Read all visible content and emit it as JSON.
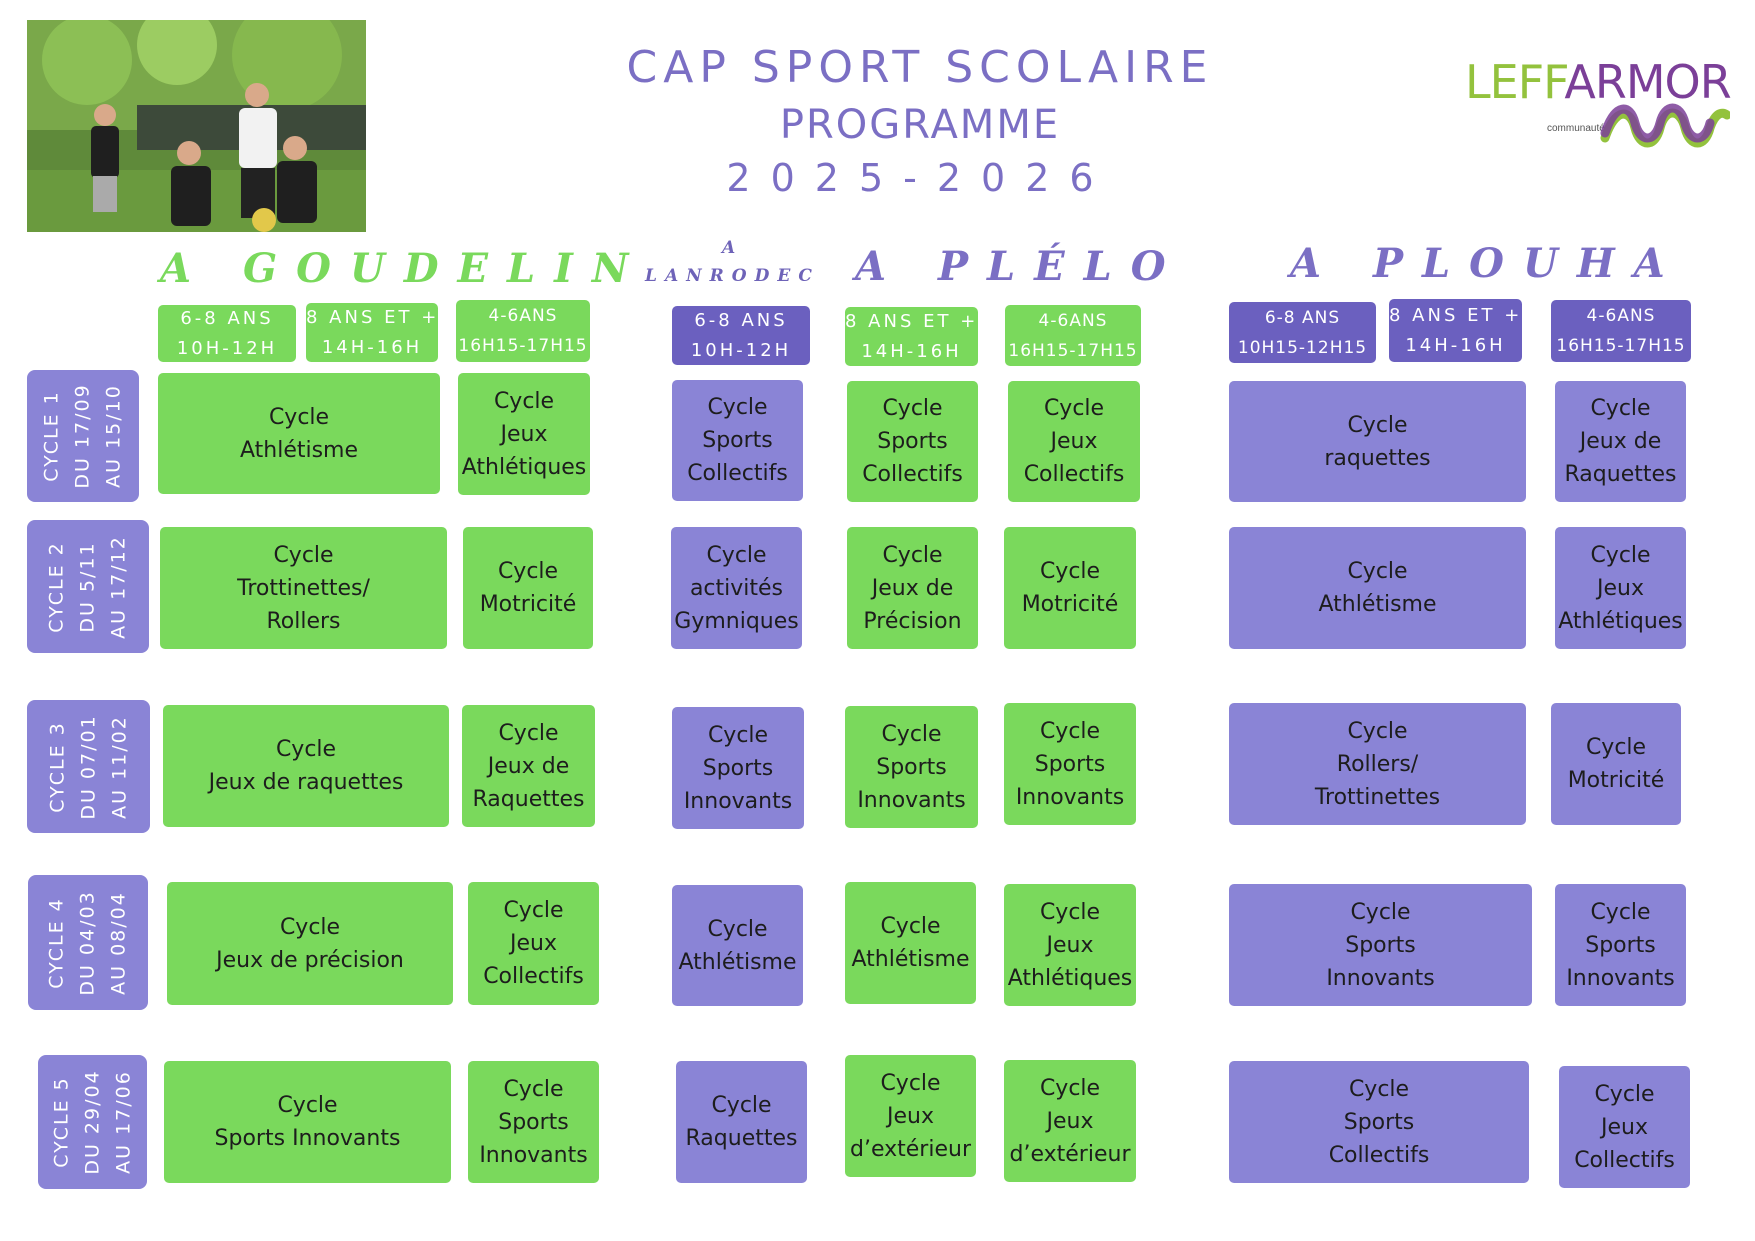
{
  "title": {
    "line1": "CAP SPORT SCOLAIRE",
    "line2": "PROGRAMME",
    "line3": "2025-2026"
  },
  "logo": {
    "part1": "LEFF",
    "part2": "ARMOR",
    "sub": "communauté"
  },
  "sites": {
    "goudelin": "A GOUDELIN",
    "lanrodec_1": "A",
    "lanrodec_2": "LANRODEC",
    "plelo": "A PLÉLO",
    "plouha": "A PLOUHA"
  },
  "headers": {
    "goudelin": [
      [
        "6-8 ANS",
        "10H-12H"
      ],
      [
        "8 ANS ET +",
        "14H-16H"
      ],
      [
        "4-6ANS",
        "16H15-17H15"
      ]
    ],
    "lanrodec": [
      [
        "6-8 ANS",
        "10H-12H"
      ]
    ],
    "plelo": [
      [
        "8 ANS ET +",
        "14H-16H"
      ],
      [
        "4-6ANS",
        "16H15-17H15"
      ]
    ],
    "plouha": [
      [
        "6-8 ANS",
        "10H15-12H15"
      ],
      [
        "8 ANS ET +",
        "14H-16H"
      ],
      [
        "4-6ANS",
        "16H15-17H15"
      ]
    ]
  },
  "cycles": [
    [
      "CYCLE 1",
      "DU 17/09",
      "AU 15/10"
    ],
    [
      "CYCLE 2",
      "DU 5/11",
      "AU 17/12"
    ],
    [
      "CYCLE 3",
      "DU 07/01",
      "AU 11/02"
    ],
    [
      "CYCLE 4",
      "DU 04/03",
      "AU 08/04"
    ],
    [
      "CYCLE 5",
      "DU 29/04",
      "AU 17/06"
    ]
  ],
  "activities": {
    "r0": [
      [
        "Cycle",
        "Athlétisme"
      ],
      [
        "Cycle",
        "Jeux",
        "Athlétiques"
      ],
      [
        "Cycle",
        "Sports",
        "Collectifs"
      ],
      [
        "Cycle",
        "Sports",
        "Collectifs"
      ],
      [
        "Cycle",
        "Jeux",
        "Collectifs"
      ],
      [
        "Cycle",
        "raquettes"
      ],
      [
        "Cycle",
        "Jeux de",
        "Raquettes"
      ]
    ],
    "r1": [
      [
        "Cycle",
        "Trottinettes/",
        "Rollers"
      ],
      [
        "Cycle",
        "Motricité"
      ],
      [
        "Cycle",
        "activités",
        "Gymniques"
      ],
      [
        "Cycle",
        "Jeux de",
        "Précision"
      ],
      [
        "Cycle",
        "Motricité"
      ],
      [
        "Cycle",
        "Athlétisme"
      ],
      [
        "Cycle",
        "Jeux",
        "Athlétiques"
      ]
    ],
    "r2": [
      [
        "Cycle",
        "Jeux de raquettes"
      ],
      [
        "Cycle",
        "Jeux de",
        "Raquettes"
      ],
      [
        "Cycle",
        "Sports",
        "Innovants"
      ],
      [
        "Cycle",
        "Sports",
        "Innovants"
      ],
      [
        "Cycle",
        "Sports",
        "Innovants"
      ],
      [
        "Cycle",
        "Rollers/",
        "Trottinettes"
      ],
      [
        "Cycle",
        "Motricité"
      ]
    ],
    "r3": [
      [
        "Cycle",
        "Jeux de précision"
      ],
      [
        "Cycle",
        "Jeux",
        "Collectifs"
      ],
      [
        "Cycle",
        "Athlétisme"
      ],
      [
        "Cycle",
        "Athlétisme"
      ],
      [
        "Cycle",
        "Jeux",
        "Athlétiques"
      ],
      [
        "Cycle",
        "Sports",
        "Innovants"
      ],
      [
        "Cycle",
        "Sports",
        "Innovants"
      ]
    ],
    "r4": [
      [
        "Cycle",
        "Sports Innovants"
      ],
      [
        "Cycle",
        "Sports",
        "Innovants"
      ],
      [
        "Cycle",
        "Raquettes"
      ],
      [
        "Cycle",
        "Jeux",
        "d’extérieur"
      ],
      [
        "Cycle",
        "Jeux",
        "d’extérieur"
      ],
      [
        "Cycle",
        "Sports",
        "Collectifs"
      ],
      [
        "Cycle",
        "Jeux",
        "Collectifs"
      ]
    ]
  },
  "colors": {
    "green": "#7ad95c",
    "purple": "#8a84d6",
    "purple_dark": "#6b60bf",
    "title": "#7b6fc4",
    "logo_green": "#93c23d",
    "logo_purple": "#7b3f98"
  },
  "photo": {
    "alt_icon": "team-photo"
  }
}
